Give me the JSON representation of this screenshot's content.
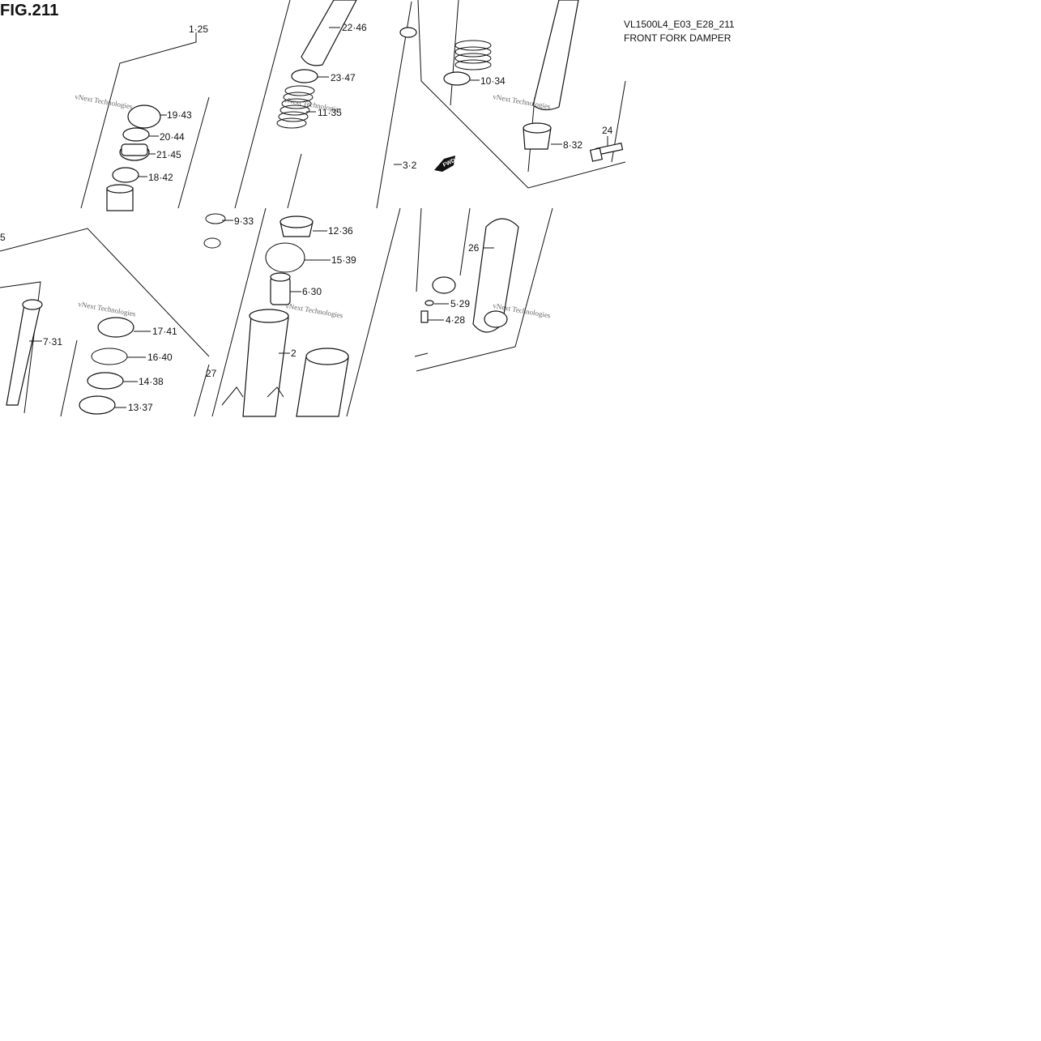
{
  "figure": {
    "title": "FIG.211",
    "code": "VL1500L4_E03_E28_211",
    "name": "FRONT FORK DAMPER",
    "watermark": "vNext Technologies"
  },
  "callouts": {
    "c1": "1·25",
    "c2": "2",
    "c3": "3·2",
    "c4": "4·28",
    "c5": "5·29",
    "c6": "6·30",
    "c7": "7·31",
    "c8": "8·32",
    "c9": "9·33",
    "c10": "10·34",
    "c11": "11·35",
    "c12": "12·36",
    "c13": "13·37",
    "c14": "14·38",
    "c15": "15·39",
    "c16": "16·40",
    "c17": "17·41",
    "c18": "18·42",
    "c19": "19·43",
    "c20": "20·44",
    "c21": "21·45",
    "c22": "22·46",
    "c23": "23·47",
    "c24": "24",
    "c26": "26",
    "c27": "27",
    "c5e": "5",
    "fwd": "FWD"
  }
}
